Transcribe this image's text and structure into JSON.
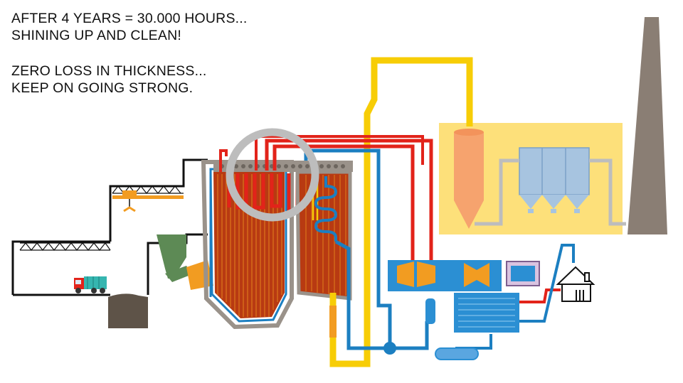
{
  "captions": {
    "block1": [
      "AFTER 4 YEARS = 30.000 HOURS...",
      "SHINING UP AND CLEAN!"
    ],
    "block2": [
      "ZERO LOSS IN THICKNESS...",
      "KEEP ON GOING STRONG."
    ]
  },
  "colors": {
    "flue_gas": "#f7cd06",
    "steam": "#e2231a",
    "water": "#1c7fc1",
    "boiler_casing": "#9a928a",
    "boiler_tubes": "#b83a12",
    "ash_hopper": "#5e5348",
    "fuel_hopper": "#5d8a55",
    "burner": "#f29c21",
    "filter_zone": "#fde07a",
    "cyclone": "#f6a36e",
    "bag_filter": "#a7c4e0",
    "chimney": "#8a7e74",
    "generator": "#7e5f8f",
    "highlight_ring": "#bdbdbd"
  },
  "icons": [
    "truck-icon",
    "house-icon",
    "crane-icon"
  ]
}
